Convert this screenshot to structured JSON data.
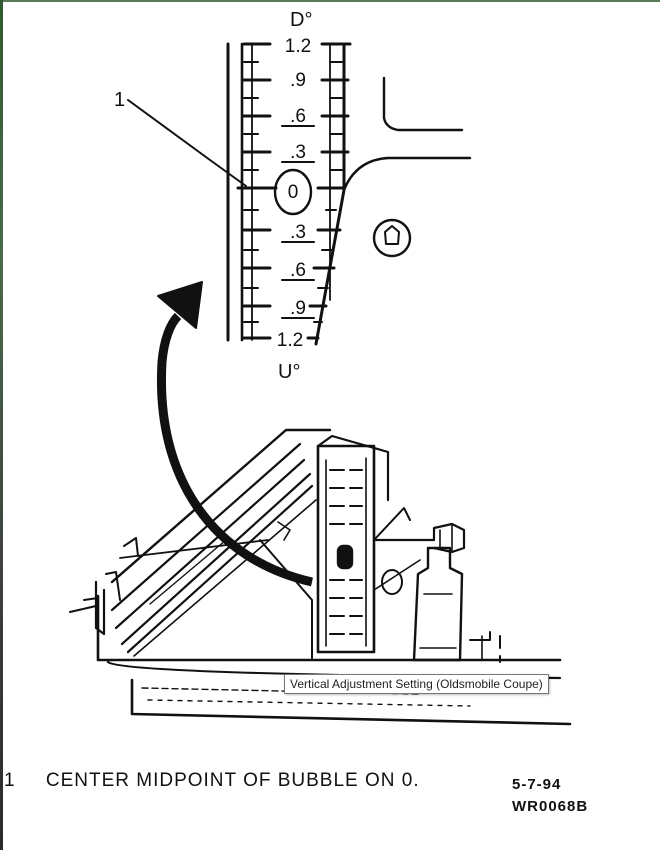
{
  "scale": {
    "top_label": "D°",
    "bottom_label": "U°",
    "ticks": [
      "1.2",
      ".9",
      ".6",
      ".3",
      "0",
      ".3",
      ".6",
      ".9",
      "1.2"
    ]
  },
  "callout_number": "1",
  "tooltip": "Vertical Adjustment Setting (Oldsmobile Coupe)",
  "caption": {
    "number": "1",
    "text": "CENTER MIDPOINT OF BUBBLE ON 0."
  },
  "date": "5-7-94",
  "code": "WR0068B",
  "colors": {
    "ink": "#111111",
    "background": "#ffffff"
  }
}
